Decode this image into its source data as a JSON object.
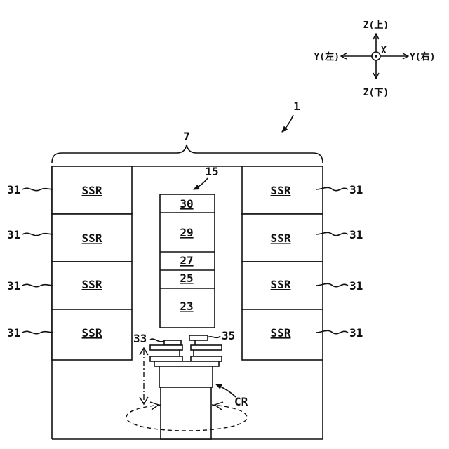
{
  "axes": {
    "z_up": "Z(上)",
    "z_down": "Z(下)",
    "y_left": "Y(左)",
    "y_right": "Y(右)",
    "x": "X"
  },
  "labels": {
    "apparatus": "1",
    "frame": "7",
    "stack": "15",
    "upper_hand": "33",
    "lower_hand": "35",
    "robot": "CR"
  },
  "ssr_units": {
    "text": "SSR",
    "ref": "31",
    "left": [
      "SSR",
      "SSR",
      "SSR",
      "SSR"
    ],
    "right": [
      "SSR",
      "SSR",
      "SSR",
      "SSR"
    ]
  },
  "stack_units": [
    "30",
    "29",
    "27",
    "25",
    "23"
  ]
}
